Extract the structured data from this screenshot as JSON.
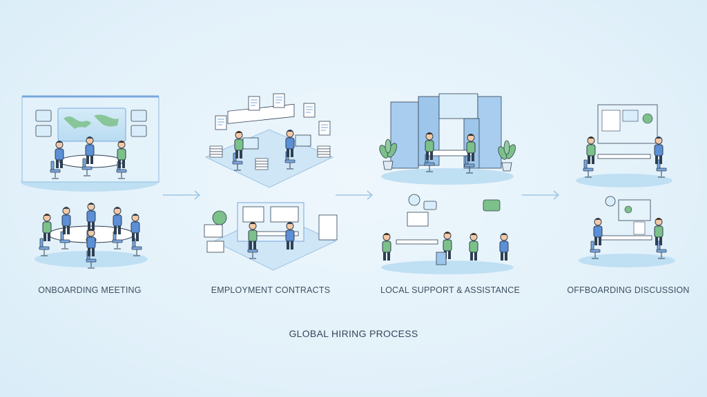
{
  "diagram": {
    "title": "GLOBAL HIRING PROCESS",
    "stages": [
      {
        "label": "ONBOARDING MEETING"
      },
      {
        "label": "EMPLOYMENT CONTRACTS"
      },
      {
        "label": "LOCAL SUPPORT & ASSISTANCE"
      },
      {
        "label": "OFFBOARDING DISCUSSION"
      }
    ],
    "colors": {
      "accent_blue": "#5b8fd6",
      "accent_green": "#7cc08a",
      "ink": "#2f3f52",
      "floor": "#b9dcf2",
      "arrow": "#9fc6e4"
    }
  }
}
